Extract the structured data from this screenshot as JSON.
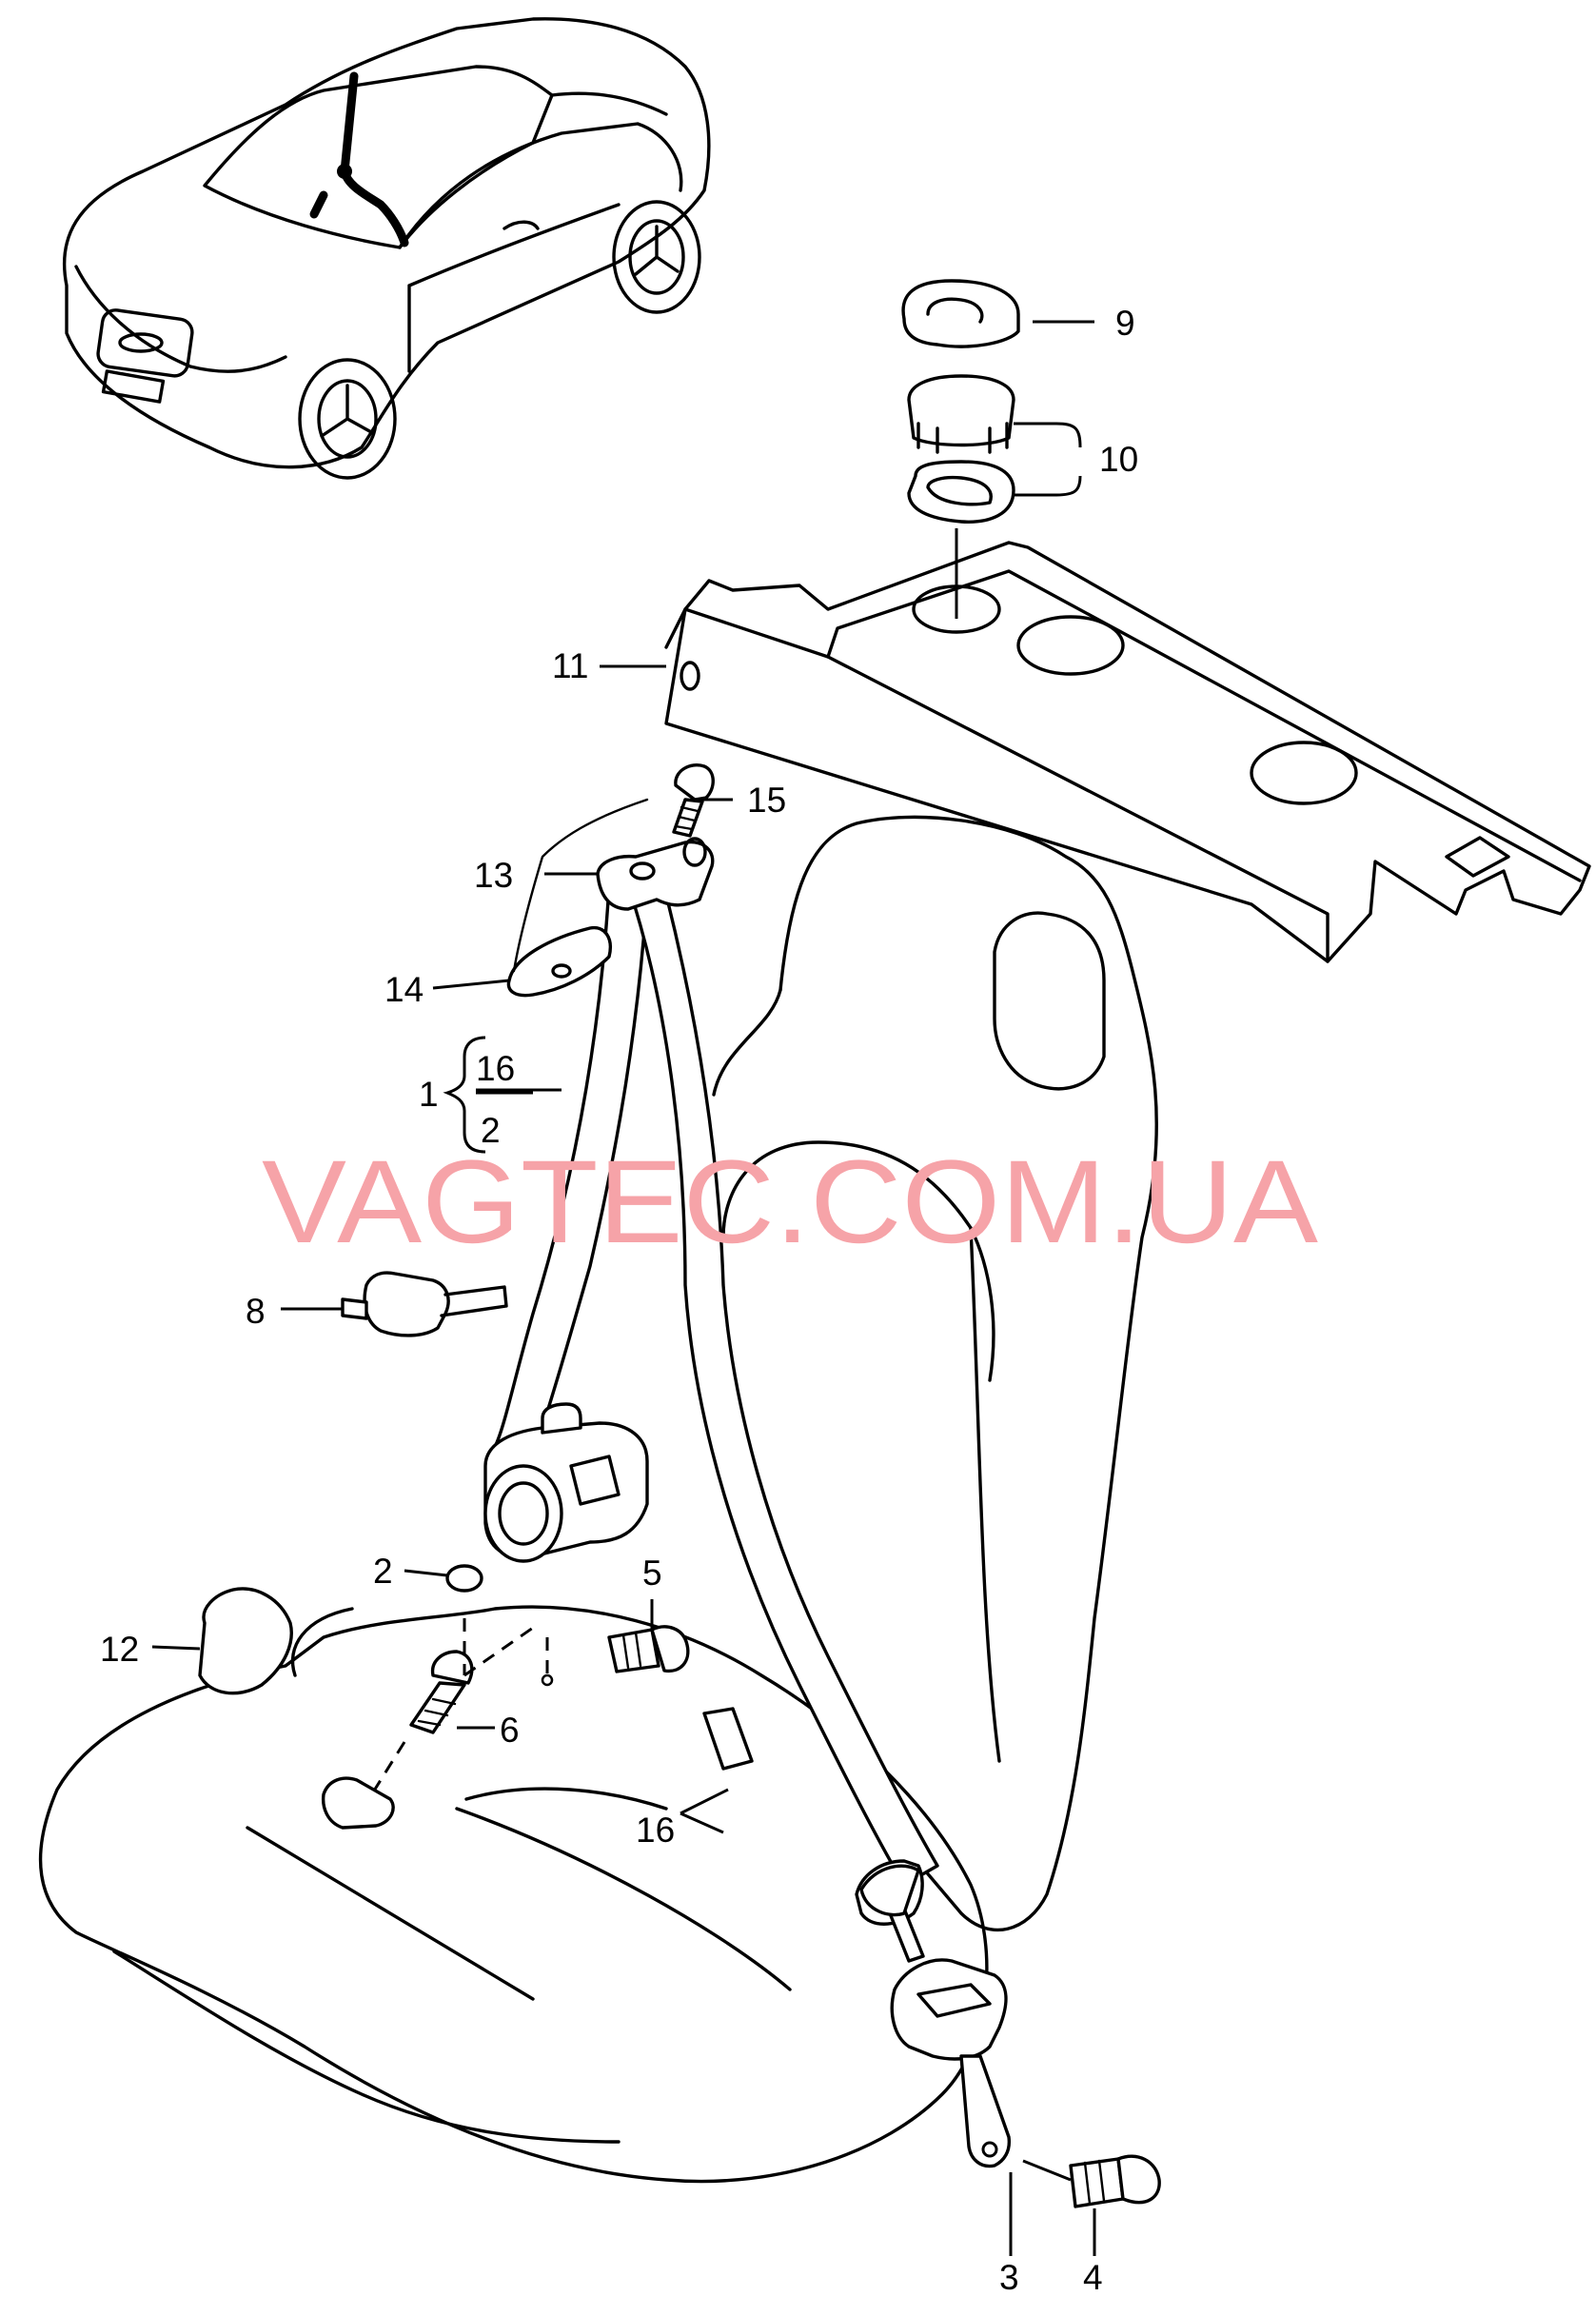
{
  "watermark": "VAGTEC.COM.UA",
  "callouts": {
    "c1": "1",
    "c2a": "2",
    "c2b": "2",
    "c3": "3",
    "c4": "4",
    "c5": "5",
    "c6": "6",
    "c8": "8",
    "c9": "9",
    "c10": "10",
    "c11": "11",
    "c12": "12",
    "c13": "13",
    "c14": "14",
    "c15": "15",
    "c16a": "16",
    "c16b": "16"
  },
  "icons": [
    "car-overview",
    "seat-belt-assembly",
    "seat"
  ]
}
